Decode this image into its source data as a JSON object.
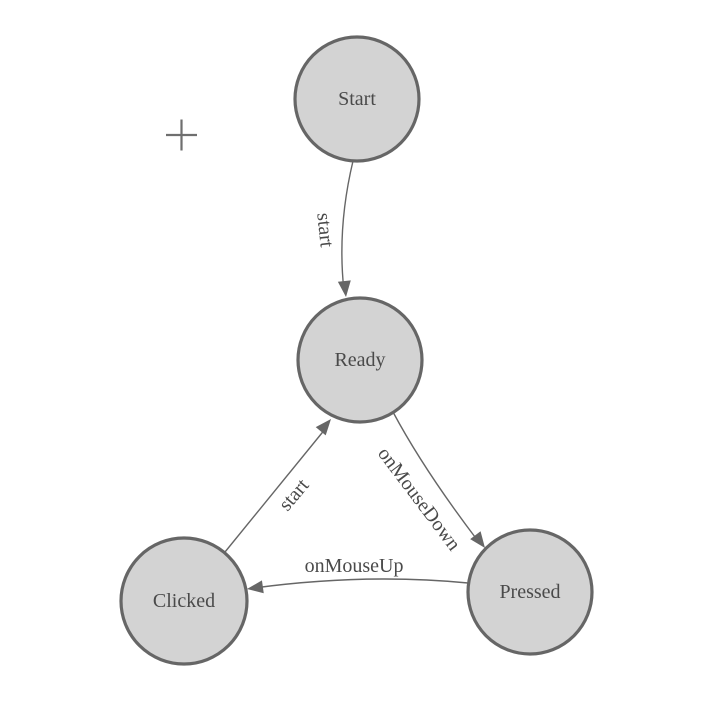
{
  "diagram": {
    "type": "state-diagram",
    "background": "#ffffff",
    "colors": {
      "node_fill": "#d3d3d3",
      "node_stroke": "#666666",
      "edge_stroke": "#666666",
      "arrow_fill": "#666666",
      "label_text": "#4a4a4a",
      "crosshair": "#6f6f6f"
    },
    "nodes": [
      {
        "id": "start",
        "label": "Start"
      },
      {
        "id": "ready",
        "label": "Ready"
      },
      {
        "id": "clicked",
        "label": "Clicked"
      },
      {
        "id": "pressed",
        "label": "Pressed"
      }
    ],
    "edges": [
      {
        "from": "start",
        "to": "ready",
        "label": "start"
      },
      {
        "from": "ready",
        "to": "pressed",
        "label": "onMouseDown"
      },
      {
        "from": "pressed",
        "to": "clicked",
        "label": "onMouseUp"
      },
      {
        "from": "clicked",
        "to": "ready",
        "label": "start"
      }
    ],
    "cursor": {
      "icon": "crosshair-plus"
    }
  }
}
